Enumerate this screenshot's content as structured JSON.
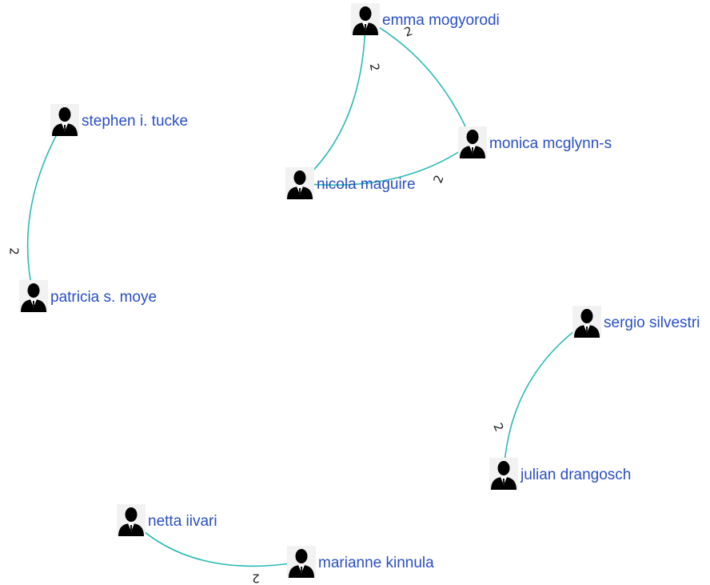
{
  "nodes": [
    {
      "id": "emma",
      "label": "emma mogyorodi",
      "icon": "person-icon"
    },
    {
      "id": "monica",
      "label": "monica mcglynn-s",
      "icon": "person-icon"
    },
    {
      "id": "nicola",
      "label": "nicola maguire",
      "icon": "person-icon"
    },
    {
      "id": "stephen",
      "label": "stephen i. tucke",
      "icon": "person-icon"
    },
    {
      "id": "patricia",
      "label": "patricia s. moye",
      "icon": "person-icon"
    },
    {
      "id": "sergio",
      "label": "sergio silvestri",
      "icon": "person-icon"
    },
    {
      "id": "julian",
      "label": "julian drangosch",
      "icon": "person-icon"
    },
    {
      "id": "netta",
      "label": "netta iivari",
      "icon": "person-icon"
    },
    {
      "id": "marianne",
      "label": "marianne kinnula",
      "icon": "person-icon"
    }
  ],
  "edges": [
    {
      "source": "emma",
      "target": "monica",
      "weight": "2"
    },
    {
      "source": "emma",
      "target": "nicola",
      "weight": "2"
    },
    {
      "source": "monica",
      "target": "nicola",
      "weight": "2"
    },
    {
      "source": "stephen",
      "target": "patricia",
      "weight": "2"
    },
    {
      "source": "sergio",
      "target": "julian",
      "weight": "2"
    },
    {
      "source": "netta",
      "target": "marianne",
      "weight": "2"
    }
  ],
  "colors": {
    "edge": "#2bbbb3",
    "label": "#2a4fc4",
    "weight": "#222222"
  }
}
